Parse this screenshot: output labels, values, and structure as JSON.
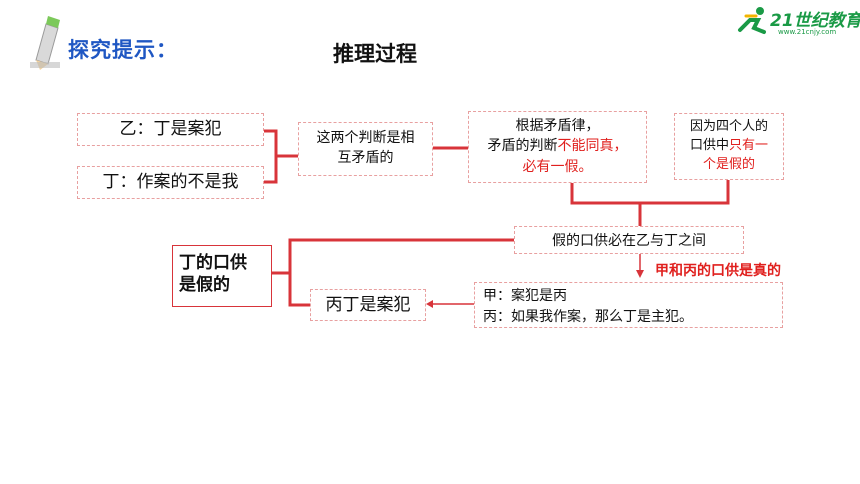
{
  "header": {
    "hint_title": "探究提示：",
    "main_title": "推理过程",
    "logo_text": "21世纪教育",
    "logo_url_text": "www.21cnjy.com"
  },
  "diagram": {
    "stmt_yi": "乙：丁是案犯",
    "stmt_ding": "丁：作案的不是我",
    "contradict": "这两个判断是相互矛盾的",
    "contradict_line1": "这两个判断是相",
    "contradict_line2": "互矛盾的",
    "law_line1": "根据矛盾律，",
    "law_line2_pre": "矛盾的判断",
    "law_line2_red": "不能同真，",
    "law_line3_red": "必有一假。",
    "four_line1": "因为四个人的",
    "four_line2_pre": "口供中",
    "four_line2_red": "只有一",
    "four_line3_red": "个是假的",
    "false_between": "假的口供必在乙与丁之间",
    "jia_bing_true": "甲和丙的口供是真的",
    "conclusion_line1": "丁的口供",
    "conclusion_line2": "是假的",
    "bing_ding": "丙丁是案犯",
    "jia": "甲：案犯是丙",
    "bing": "丙：如果我作案，那么丁是主犯。"
  },
  "colors": {
    "accent_red": "#e0201e",
    "title_blue": "#1f57c3",
    "logo_green": "#1a9a46"
  }
}
